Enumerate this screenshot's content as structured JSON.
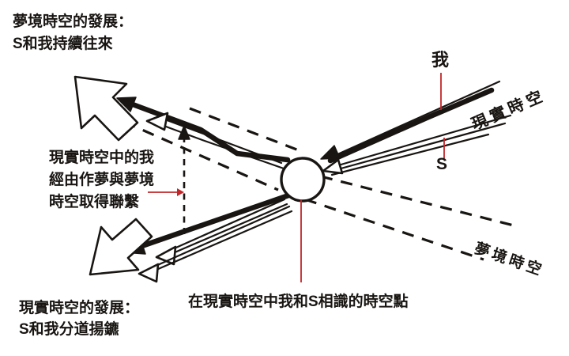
{
  "colors": {
    "ink": "#181512",
    "red": "#c0262a",
    "bg": "#ffffff"
  },
  "labels": {
    "dream_development": {
      "line1": "夢境時空的發展：",
      "line2": "S和我持續往來"
    },
    "me": "我",
    "real_spacetime": "現實時空",
    "s": "S",
    "dream_link": {
      "line1": "現實時空中的我",
      "line2": "經由作夢與夢境",
      "line3": "時空取得聯繫"
    },
    "dream_spacetime": "夢境時空",
    "meeting_point": "在現實時空中我和S相識的時空點",
    "real_development": {
      "line1": "現實時空的發展：",
      "line2": "S和我分道揚鑣"
    }
  }
}
